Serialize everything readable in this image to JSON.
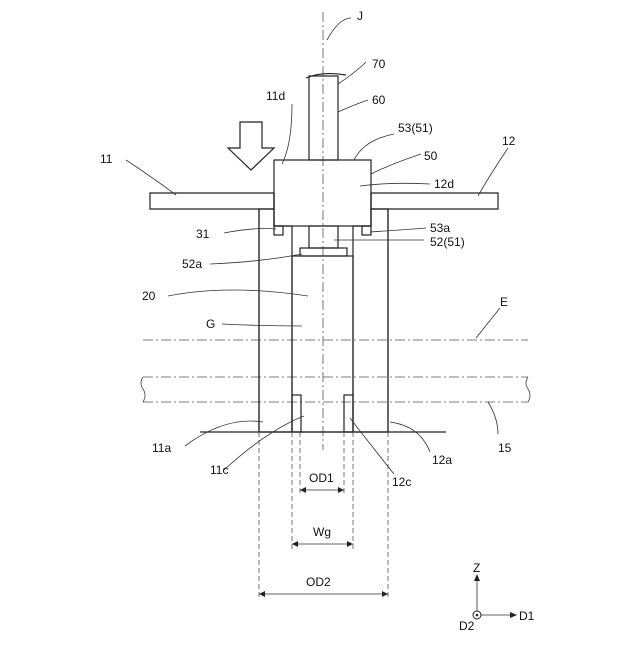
{
  "labels": {
    "J": "J",
    "n70": "70",
    "n60": "60",
    "n11d": "11d",
    "n53_51": "53(51)",
    "n11": "11",
    "n12": "12",
    "n50": "50",
    "n12d": "12d",
    "n31": "31",
    "n53a": "53a",
    "n52_51": "52(51)",
    "n52a": "52a",
    "n20": "20",
    "E": "E",
    "G": "G",
    "n11a": "11a",
    "n11c": "11c",
    "n12c": "12c",
    "n12a": "12a",
    "n15": "15",
    "OD1": "OD1",
    "Wg": "Wg",
    "OD2": "OD2",
    "Z": "Z",
    "D1": "D1",
    "D2": "D2"
  },
  "colors": {
    "line": "#222222",
    "hatch": "#333333",
    "gasket_hatch": "#111111"
  },
  "icons": {
    "press_arrow": "down-arrow-icon",
    "axis_origin": "circled-dot-icon"
  }
}
